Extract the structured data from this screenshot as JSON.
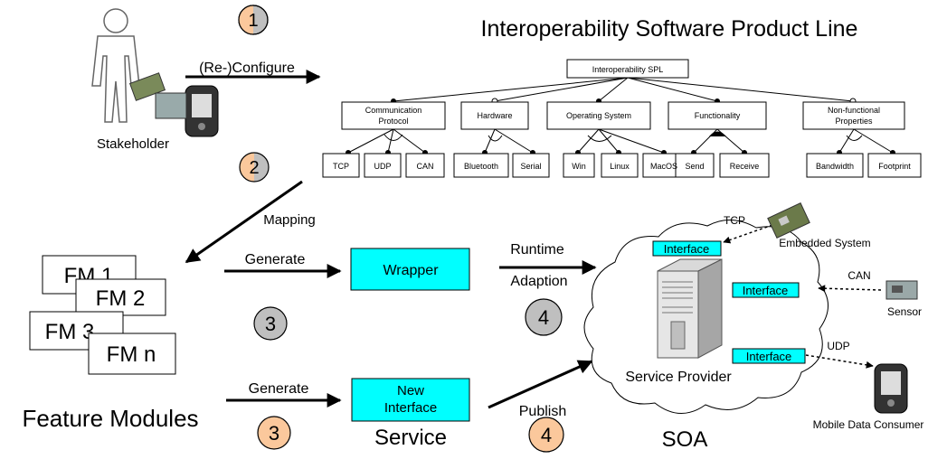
{
  "title": "Interoperability Software Product Line",
  "steps": {
    "s1": "1",
    "s2": "2",
    "s3a": "3",
    "s3b": "3",
    "s4a": "4",
    "s4b": "4"
  },
  "labels": {
    "stakeholder": "Stakeholder",
    "configure": "(Re-)Configure",
    "mapping": "Mapping",
    "generate1": "Generate",
    "generate2": "Generate",
    "runtime": "Runtime",
    "adaption": "Adaption",
    "publish": "Publish",
    "service": "Service",
    "soa": "SOA",
    "service_provider": "Service Provider",
    "feature_modules": "Feature Modules"
  },
  "feature_model": {
    "root": "Interoperability SPL",
    "groups": {
      "comm_line1": "Communication",
      "comm_line2": "Protocol",
      "hardware": "Hardware",
      "os": "Operating System",
      "functionality": "Functionality",
      "nf_line1": "Non-functional",
      "nf_line2": "Properties"
    },
    "leaves": {
      "tcp": "TCP",
      "udp": "UDP",
      "can": "CAN",
      "bluetooth": "Bluetooth",
      "serial": "Serial",
      "win": "Win",
      "linux": "Linux",
      "macos": "MacOS",
      "send": "Send",
      "receive": "Receive",
      "bandwidth": "Bandwidth",
      "footprint": "Footprint"
    }
  },
  "feature_module_cards": {
    "fm1": "FM 1",
    "fm2": "FM 2",
    "fm3": "FM 3",
    "fmn": "FM n"
  },
  "boxes": {
    "wrapper": "Wrapper",
    "new_iface_1": "New",
    "new_iface_2": "Interface"
  },
  "soa_nodes": {
    "iface1": "Interface",
    "iface2": "Interface",
    "iface3": "Interface",
    "tcp": "TCP",
    "can": "CAN",
    "udp": "UDP",
    "embedded": "Embedded System",
    "sensor": "Sensor",
    "mobile": "Mobile Data Consumer"
  },
  "colors": {
    "cyan": "#00FFFF",
    "orange": "#FBC89C",
    "gray": "#BFBFBF"
  }
}
